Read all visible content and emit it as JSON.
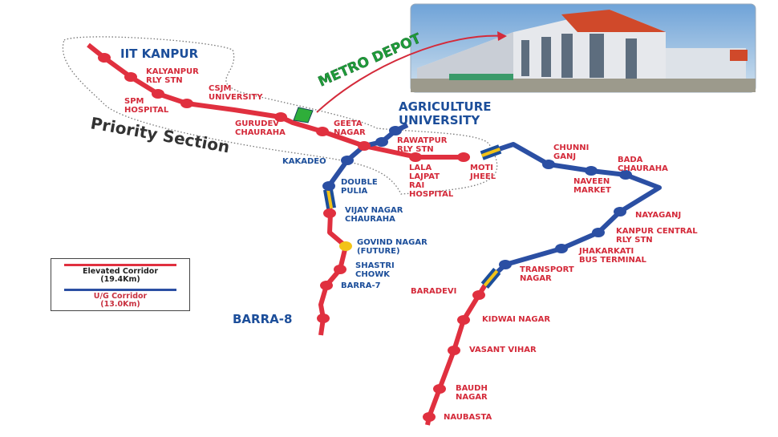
{
  "colors": {
    "elevated": "#e0303f",
    "underground": "#2b4fa3",
    "station_future": "#f2c318",
    "depot": "#2fae3a",
    "annotation": "#1f9c3a"
  },
  "titles": {
    "priority_section": "Priority Section",
    "metro_depot": "METRO DEPOT"
  },
  "terminals": {
    "iit_kanpur": "IIT KANPUR",
    "agriculture_line1": "AGRICULTURE",
    "agriculture_line2": "UNIVERSITY",
    "barra8": "BARRA-8"
  },
  "stations": [
    {
      "name": "KALYANPUR",
      "name2": "RLY STN",
      "type": "elevated"
    },
    {
      "name": "SPM",
      "name2": "HOSPITAL",
      "type": "elevated"
    },
    {
      "name": "CSJM",
      "name2": "UNIVERSITY",
      "type": "elevated"
    },
    {
      "name": "GURUDEV",
      "name2": "CHAURAHA",
      "type": "elevated"
    },
    {
      "name": "GEETA",
      "name2": "NAGAR",
      "type": "elevated"
    },
    {
      "name": "RAWATPUR",
      "name2": "RLY STN",
      "type": "elevated"
    },
    {
      "name": "LALA",
      "name2": "LAJPAT",
      "name3": "RAI",
      "name4": "HOSPITAL",
      "type": "elevated"
    },
    {
      "name": "MOTI",
      "name2": "JHEEL",
      "type": "elevated"
    },
    {
      "name": "KAKADEO",
      "type": "underground"
    },
    {
      "name": "DOUBLE",
      "name2": "PULIA",
      "type": "underground"
    },
    {
      "name": "VIJAY NAGAR",
      "name2": "CHAURAHA",
      "type": "elevated"
    },
    {
      "name": "GOVIND NAGAR",
      "name2": "(FUTURE)",
      "type": "future"
    },
    {
      "name": "SHASTRI",
      "name2": "CHOWK",
      "type": "elevated"
    },
    {
      "name": "BARRA-7",
      "type": "elevated"
    },
    {
      "name": "CHUNNI",
      "name2": "GANJ",
      "type": "underground"
    },
    {
      "name": "NAVEEN",
      "name2": "MARKET",
      "type": "underground"
    },
    {
      "name": "BADA",
      "name2": "CHAURAHA",
      "type": "underground"
    },
    {
      "name": "NAYAGANJ",
      "type": "underground"
    },
    {
      "name": "KANPUR CENTRAL",
      "name2": "RLY STN",
      "type": "underground"
    },
    {
      "name": "JHAKARKATI",
      "name2": "BUS TERMINAL",
      "type": "underground"
    },
    {
      "name": "TRANSPORT",
      "name2": "NAGAR",
      "type": "underground"
    },
    {
      "name": "BARADEVI",
      "type": "elevated"
    },
    {
      "name": "KIDWAI NAGAR",
      "type": "elevated"
    },
    {
      "name": "VASANT VIHAR",
      "type": "elevated"
    },
    {
      "name": "BAUDH",
      "name2": "NAGAR",
      "type": "elevated"
    },
    {
      "name": "NAUBASTA",
      "type": "elevated"
    }
  ],
  "legend": {
    "elevated_label": "Elevated Corridor",
    "elevated_length": "(19.4Km)",
    "ug_label": "U/G Corridor",
    "ug_length": "(13.0Km)"
  }
}
